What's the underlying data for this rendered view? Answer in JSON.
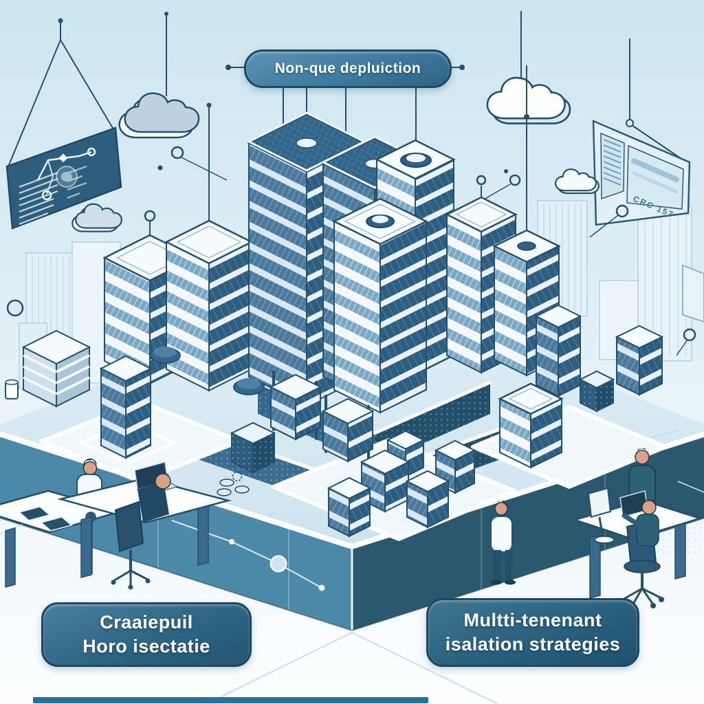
{
  "illustration": {
    "description": "Isometric illustration of a multi-tenant cloud platform city with office towers, server racks, clouds and workers",
    "top_banner": "Non-que depluiction",
    "bottom_left_banner": {
      "line1": "Craaiepuil",
      "line2": "Horo isectatie"
    },
    "bottom_right_banner": {
      "line1": "Multti-tenenant",
      "line2": "isalation strategies"
    },
    "right_panel_code": "CRC 157",
    "icons": [
      "cloud-icon",
      "analytics-board-icon",
      "hanging-board-icon",
      "antenna-icon",
      "server-rack-icon",
      "coin-icon",
      "office-chair-icon",
      "monitor-icon",
      "laptop-icon",
      "mug-icon"
    ],
    "colors": {
      "background_top": "#cde6f0",
      "background_bottom": "#fcfeff",
      "banner_fill": "#3f7aa0",
      "banner_border": "#1d4861",
      "building_dark": "#2c5e82",
      "building_light": "#f2f8fb",
      "platform_left_face": "#4c88a8",
      "platform_right_face": "#29586f",
      "outline": "#24506b",
      "cloud_shaded": "#bcd2e0",
      "cloud_white": "#fdfeff",
      "skin": "#dba184",
      "shirt_teal": "#2d6176"
    }
  }
}
